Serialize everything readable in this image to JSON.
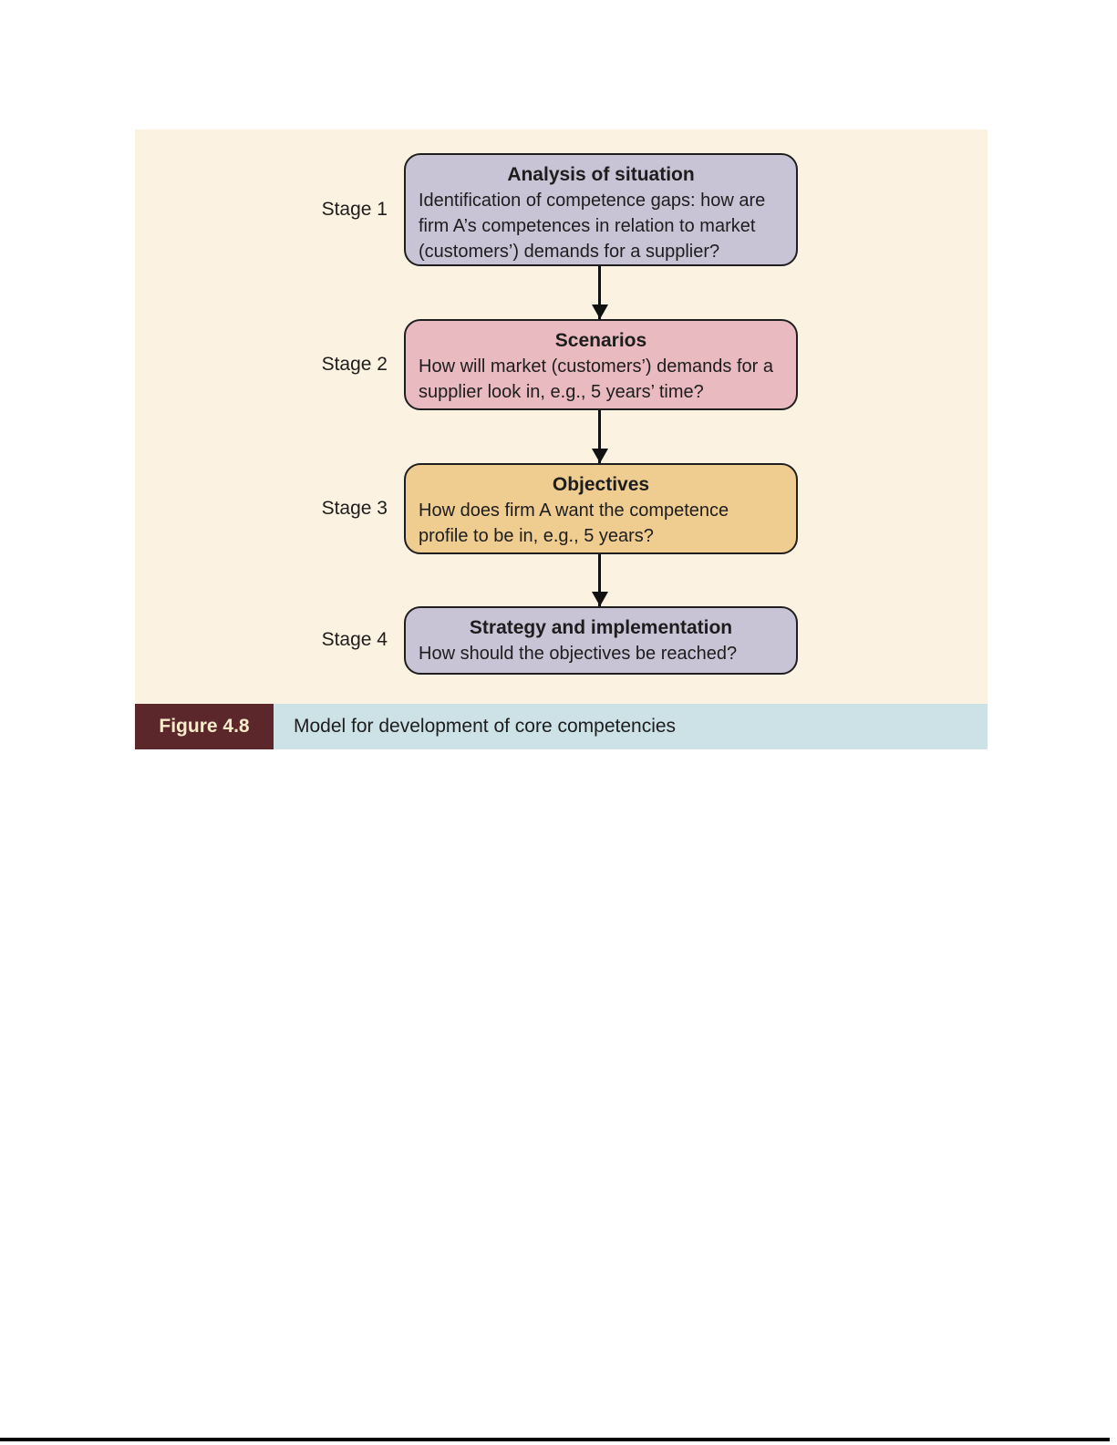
{
  "figure": {
    "label": "Figure 4.8",
    "caption": "Model for development of core competencies"
  },
  "diagram": {
    "stages": [
      {
        "label": "Stage 1",
        "title": "Analysis of situation",
        "description": "Identification of competence gaps: how are firm A’s competences in relation to market (customers’) demands for a supplier?",
        "fill": "#c9c3d6"
      },
      {
        "label": "Stage 2",
        "title": "Scenarios",
        "description": "How will market (customers’) demands for a supplier look in, e.g., 5 years’ time?",
        "fill": "#e9bac0"
      },
      {
        "label": "Stage 3",
        "title": "Objectives",
        "description": "How does firm A want the competence profile to be in, e.g., 5 years?",
        "fill": "#efcc8f"
      },
      {
        "label": "Stage 4",
        "title": "Strategy and implementation",
        "description": "How should the objectives be reached?",
        "fill": "#c9c3d6"
      }
    ]
  },
  "colors": {
    "panel_background": "#fcf2e1",
    "box_border": "#1f1f1f",
    "arrow": "#111111",
    "caption_bar_background": "#cde2e6",
    "figure_label_background": "#5b272b",
    "figure_label_text": "#f7ecca",
    "text": "#1d1d1d"
  }
}
